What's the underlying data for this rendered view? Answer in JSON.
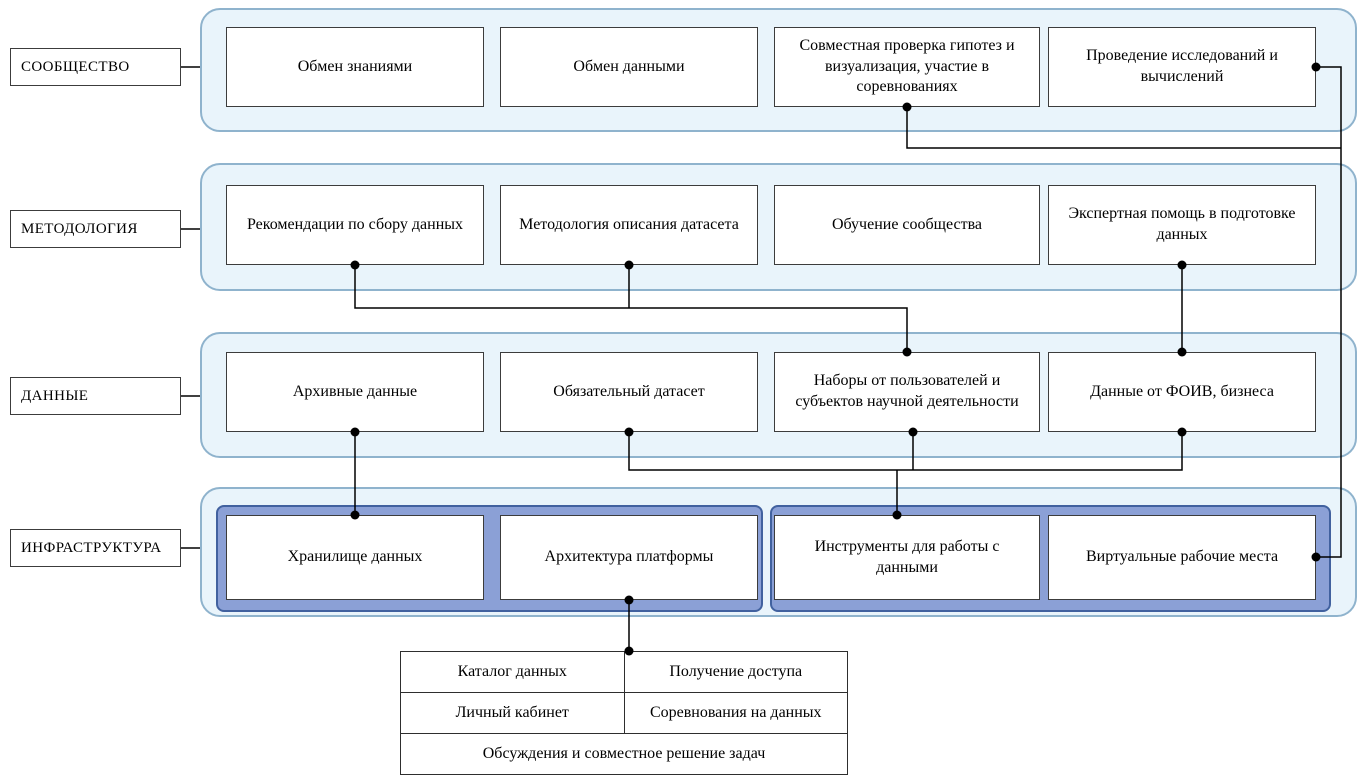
{
  "rows": [
    {
      "label": "СООБЩЕСТВО",
      "boxes": [
        "Обмен знаниями",
        "Обмен данными",
        "Совместная проверка гипотез и визуализация, участие в соревнованиях",
        "Проведение исследований и вычислений"
      ]
    },
    {
      "label": "МЕТОДОЛОГИЯ",
      "boxes": [
        "Рекомендации по сбору данных",
        "Методология описания датасета",
        "Обучение сообщества",
        "Экспертная помощь в подготовке данных"
      ]
    },
    {
      "label": "ДАННЫЕ",
      "boxes": [
        "Архивные данные",
        "Обязательный датасет",
        "Наборы от пользователей и субъектов научной деятельности",
        "Данные от ФОИВ, бизнеса"
      ]
    },
    {
      "label": "ИНФРАСТРУКТУРА",
      "boxes": [
        "Хранилище данных",
        "Архитектура платформы",
        "Инструменты для работы с данными",
        "Виртуальные рабочие места"
      ]
    }
  ],
  "table": {
    "rows": [
      {
        "cells": [
          "Каталог данных",
          "Получение доступа"
        ]
      },
      {
        "cells": [
          "Личный кабинет",
          "Соревнования на данных"
        ]
      },
      {
        "cells": [
          "Обсуждения и совместное решение задач"
        ]
      }
    ]
  },
  "connections": [
    {
      "from": "Проведение исследований и вычислений",
      "to": "Виртуальные рабочие места"
    },
    {
      "from": "Совместная проверка гипотез и визуализация, участие в соревнованиях",
      "to": "Виртуальные рабочие места"
    },
    {
      "from": "Рекомендации по сбору данных",
      "to": "Наборы от пользователей и субъектов научной деятельности"
    },
    {
      "from": "Методология описания датасета",
      "to": "Наборы от пользователей и субъектов научной деятельности"
    },
    {
      "from": "Экспертная помощь в подготовке данных",
      "to": "Данные от ФОИВ, бизнеса"
    },
    {
      "from": "Архивные данные",
      "to": "Хранилище данных"
    },
    {
      "from": "Обязательный датасет",
      "to": "Инструменты для работы с данными"
    },
    {
      "from": "Наборы от пользователей и субъектов научной деятельности",
      "to": "Инструменты для работы с данными"
    },
    {
      "from": "Данные от ФОИВ, бизнеса",
      "to": "Инструменты для работы с данными"
    },
    {
      "from": "Архитектура платформы",
      "to": "Таблица сервисов платформы"
    }
  ],
  "colors": {
    "container_fill": "#e9f4fb",
    "container_border": "#8fb3cd",
    "inner_fill": "#8ba0d6",
    "inner_border": "#41619f",
    "box_border": "#3c3c3c",
    "line": "#000000"
  }
}
